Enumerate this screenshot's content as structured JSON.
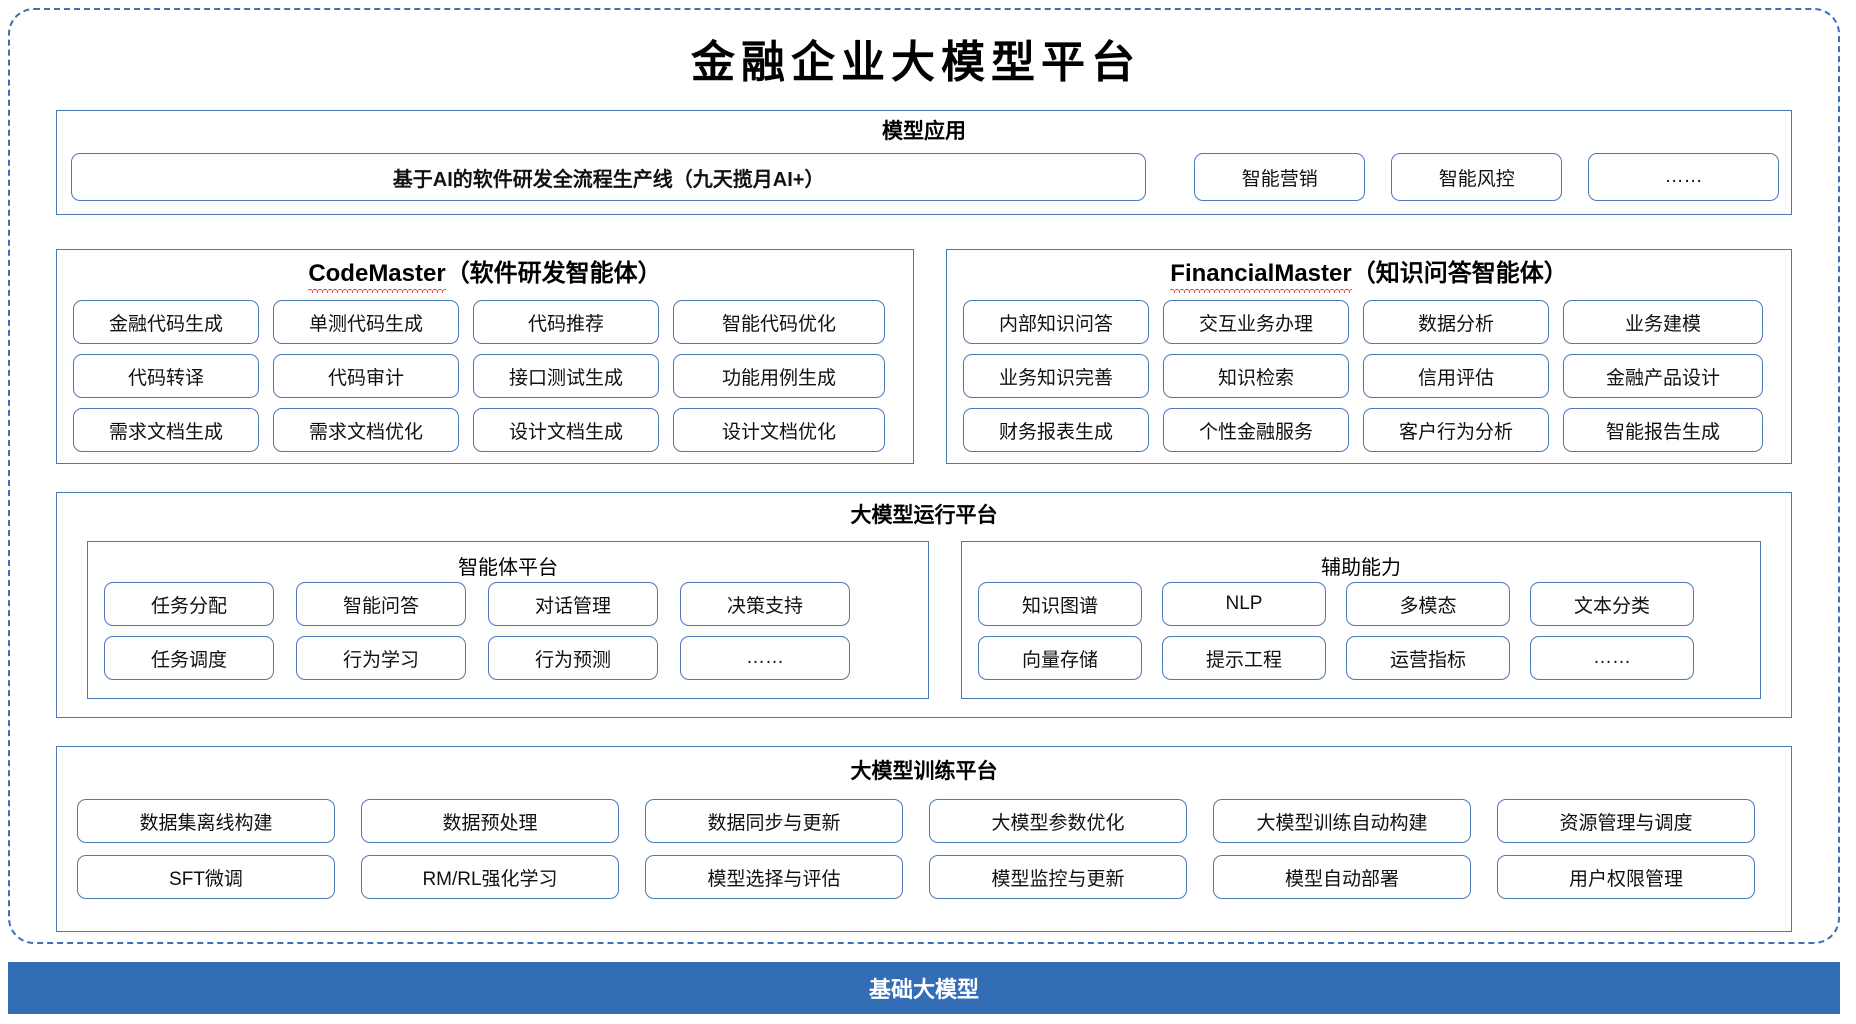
{
  "page": {
    "title": "金融企业大模型平台",
    "accent_border": "#4a79b8",
    "footer_bg": "#336db5",
    "spellcheck_color": "#ee3333"
  },
  "model_application": {
    "title": "模型应用",
    "banner": "基于AI的软件研发全流程生产线（九天揽月AI+）",
    "items": [
      "智能营销",
      "智能风控",
      "……"
    ]
  },
  "agents": [
    {
      "name": "CodeMaster",
      "name_suffix": "（软件研发智能体）",
      "spellchecked": true,
      "rows": [
        [
          "金融代码生成",
          "单测代码生成",
          "代码推荐",
          "智能代码优化"
        ],
        [
          "代码转译",
          "代码审计",
          "接口测试生成",
          "功能用例生成"
        ],
        [
          "需求文档生成",
          "需求文档优化",
          "设计文档生成",
          "设计文档优化"
        ]
      ]
    },
    {
      "name": "FinancialMaster",
      "name_suffix": "（知识问答智能体）",
      "spellchecked": true,
      "rows": [
        [
          "内部知识问答",
          "交互业务办理",
          "数据分析",
          "业务建模"
        ],
        [
          "业务知识完善",
          "知识检索",
          "信用评估",
          "金融产品设计"
        ],
        [
          "财务报表生成",
          "个性金融服务",
          "客户行为分析",
          "智能报告生成"
        ]
      ]
    }
  ],
  "runtime_platform": {
    "title": "大模型运行平台",
    "sections": [
      {
        "title": "智能体平台",
        "rows": [
          [
            "任务分配",
            "智能问答",
            "对话管理",
            "决策支持"
          ],
          [
            "任务调度",
            "行为学习",
            "行为预测",
            "……"
          ]
        ]
      },
      {
        "title": "辅助能力",
        "rows": [
          [
            "知识图谱",
            "NLP",
            "多模态",
            "文本分类"
          ],
          [
            "向量存储",
            "提示工程",
            "运营指标",
            "……"
          ]
        ]
      }
    ]
  },
  "training_platform": {
    "title": "大模型训练平台",
    "rows": [
      [
        "数据集离线构建",
        "数据预处理",
        "数据同步与更新",
        "大模型参数优化",
        "大模型训练自动构建",
        "资源管理与调度"
      ],
      [
        "SFT微调",
        "RM/RL强化学习",
        "模型选择与评估",
        "模型监控与更新",
        "模型自动部署",
        "用户权限管理"
      ]
    ]
  },
  "footer": {
    "label": "基础大模型"
  }
}
